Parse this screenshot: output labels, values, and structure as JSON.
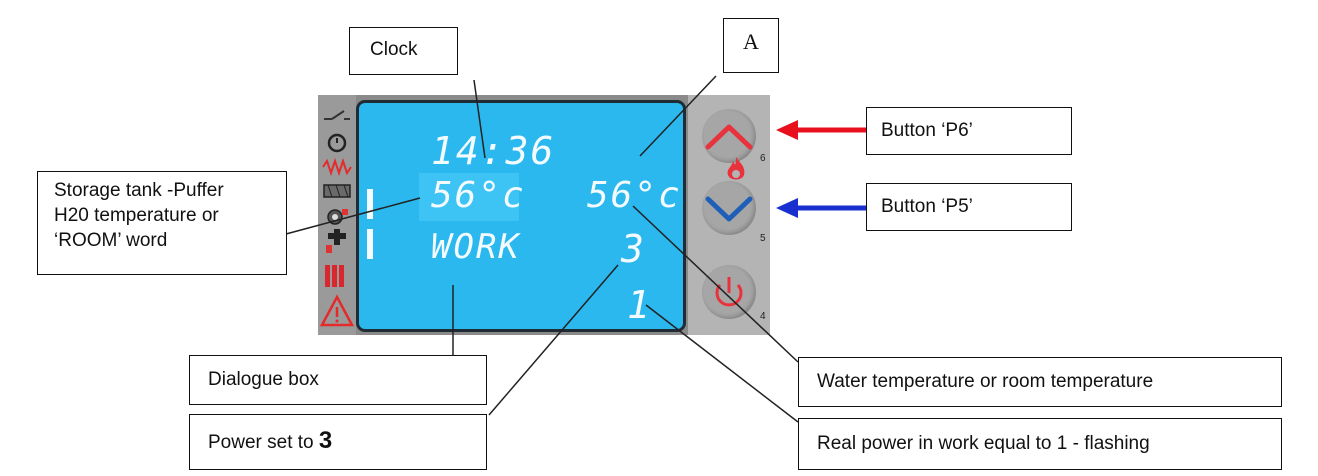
{
  "callouts": {
    "clock": "Clock",
    "a": "A",
    "button_p6": "Button ‘P6’",
    "button_p5": "Button ‘P5’",
    "storage_line1": "Storage tank -Puffer",
    "storage_line2": "H20 temperature or",
    "storage_line3": "‘ROOM’ word",
    "dialogue": "Dialogue box",
    "water_temp": "Water temperature or room temperature",
    "power_set_prefix": "Power set to ",
    "power_set_value": "3",
    "real_power": "Real power in work equal to 1 - flashing"
  },
  "display": {
    "time": "14:36",
    "temp_left": "56°c",
    "temp_right": "56°c",
    "status": "WORK",
    "power_set": "3",
    "real_power": "1"
  },
  "buttons": [
    {
      "number": "6",
      "icon": "chevron-up-icon",
      "color": "#e8323c"
    },
    {
      "number": "5",
      "icon": "chevron-down-icon",
      "color": "#1f5fb8"
    },
    {
      "number": "4",
      "icon": "power-icon",
      "color": "#e8323c"
    }
  ],
  "colors": {
    "lcd_background": "#2ab8ee",
    "red_arrow": "#e8101c",
    "blue_arrow": "#1a2fcf"
  }
}
